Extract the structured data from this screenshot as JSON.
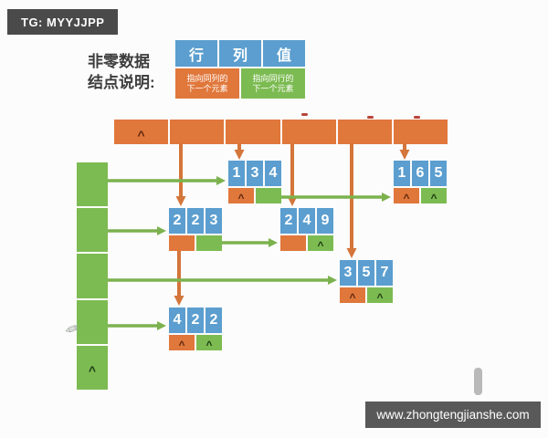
{
  "badge": {
    "text": "TG: MYYJJPP"
  },
  "watermark": {
    "text": "www.zhongtengjianshe.com"
  },
  "legend": {
    "label_line1": "非零数据",
    "label_line2": "结点说明:",
    "header_cells": [
      "行",
      "列",
      "值"
    ],
    "down_pointer": {
      "line1": "指向同列的",
      "line2": "下一个元素"
    },
    "right_pointer": {
      "line1": "指向同行的",
      "line2": "下一个元素"
    }
  },
  "column_header": {
    "cells": [
      "^",
      "",
      "",
      "",
      "",
      ""
    ]
  },
  "row_header": {
    "cells": [
      "",
      "",
      "",
      "",
      "^"
    ]
  },
  "nodes": [
    {
      "id": "node-1-3-4",
      "values": [
        "1",
        "3",
        "4"
      ],
      "down": "^",
      "right": ""
    },
    {
      "id": "node-1-6-5",
      "values": [
        "1",
        "6",
        "5"
      ],
      "down": "^",
      "right": "^"
    },
    {
      "id": "node-2-2-3",
      "values": [
        "2",
        "2",
        "3"
      ],
      "down": "",
      "right": ""
    },
    {
      "id": "node-2-4-9",
      "values": [
        "2",
        "4",
        "9"
      ],
      "down": "",
      "right": "^"
    },
    {
      "id": "node-3-5-7",
      "values": [
        "3",
        "5",
        "7"
      ],
      "down": "^",
      "right": "^"
    },
    {
      "id": "node-4-2-2",
      "values": [
        "4",
        "2",
        "2"
      ],
      "down": "^",
      "right": "^"
    }
  ],
  "colors": {
    "orange": "#e0773b",
    "green": "#7cbb52",
    "blue": "#5b9ecf",
    "badge_bg": "#4a4a4a",
    "watermark_bg": "#595959",
    "red_mark": "#b8453a"
  }
}
